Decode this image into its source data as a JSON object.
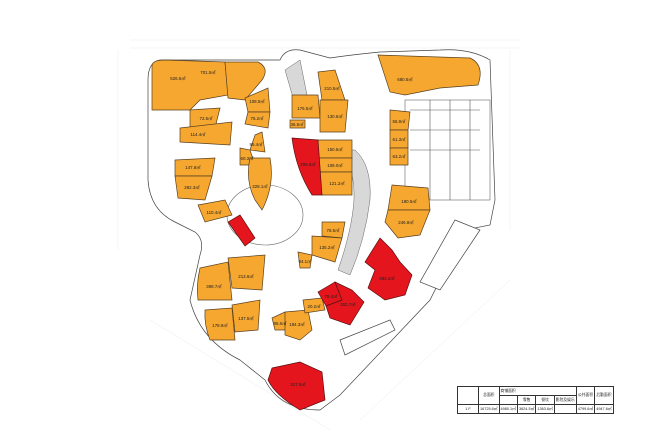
{
  "plan": {
    "units_orange": {
      "u1": "701.5㎡",
      "u2": "526.5㎡",
      "u3": "72.5㎡",
      "u4": "114.4㎡",
      "u5": "147.8㎡",
      "u6": "282.3㎡",
      "u7": "110.4㎡",
      "u8": "108.5㎡",
      "u9": "75.2㎡",
      "u10": "96.4㎡",
      "u11": "60.3㎡",
      "u12": "328.1㎡",
      "u13": "176.5㎡",
      "u14": "210.5㎡",
      "u15": "130.6㎡",
      "u16": "36.5㎡",
      "u17": "150.5㎡",
      "u18": "108.0㎡",
      "u19": "121.2㎡",
      "u20": "680.5㎡",
      "u21": "55.9㎡",
      "u22": "61.3㎡",
      "u23": "63.2㎡",
      "u24": "180.5㎡",
      "u25": "246.8㎡",
      "u26": "78.5㎡",
      "u27": "135.2㎡",
      "u28": "94.1㎡",
      "u29": "213.6㎡",
      "u30": "398.7㎡",
      "u31": "137.5㎡",
      "u32": "178.9㎡",
      "u33": "95.6㎡",
      "u34": "184.3㎡",
      "u35": "20.2㎡"
    },
    "units_red": {
      "r1": "209.6㎡",
      "r2": "78.4㎡",
      "r3": "202.7㎡",
      "r4": "483.4㎡",
      "r5": "317.5㎡"
    },
    "colors": {
      "retail": "#f6a72f",
      "highlight": "#e4151d"
    }
  },
  "area_table": {
    "headers": {
      "total": "总面积",
      "shops": "商铺面积",
      "retail": "零售",
      "dining": "餐饮",
      "cinema": "影院及娱乐",
      "public": "公共面积",
      "service": "后勤面积"
    },
    "row": {
      "floor": "1 F",
      "total": "16725.6㎡",
      "shops": "4980.1㎡",
      "retail": "3624.5㎡",
      "dining": "1363.6㎡",
      "cinema": "",
      "public": "4799.6㎡",
      "service": "4947.6㎡"
    }
  }
}
